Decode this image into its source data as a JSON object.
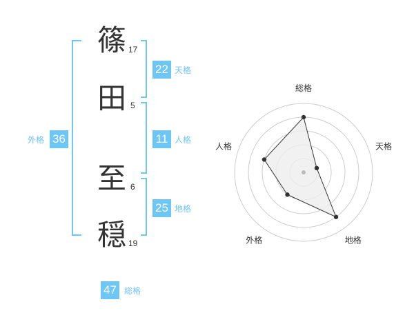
{
  "name": {
    "chars": [
      "篠",
      "田",
      "至",
      "穏"
    ],
    "strokes": [
      "17",
      "5",
      "6",
      "19"
    ]
  },
  "fortunes": {
    "tenkaku": {
      "value": "22",
      "label": "天格"
    },
    "jinkaku": {
      "value": "11",
      "label": "人格"
    },
    "chikaku": {
      "value": "25",
      "label": "地格"
    },
    "gaikaku": {
      "value": "36",
      "label": "外格"
    },
    "soukaku": {
      "value": "47",
      "label": "総格"
    }
  },
  "chart_data": {
    "type": "radar",
    "axes": [
      "総格",
      "天格",
      "地格",
      "外格",
      "人格"
    ],
    "values": [
      4,
      1,
      4,
      2,
      3
    ],
    "max": 5,
    "rings": 5,
    "colors": {
      "fill": "#eeeeee",
      "line": "#333333",
      "grid": "#cccccc",
      "center": "#bbbbbb"
    }
  }
}
